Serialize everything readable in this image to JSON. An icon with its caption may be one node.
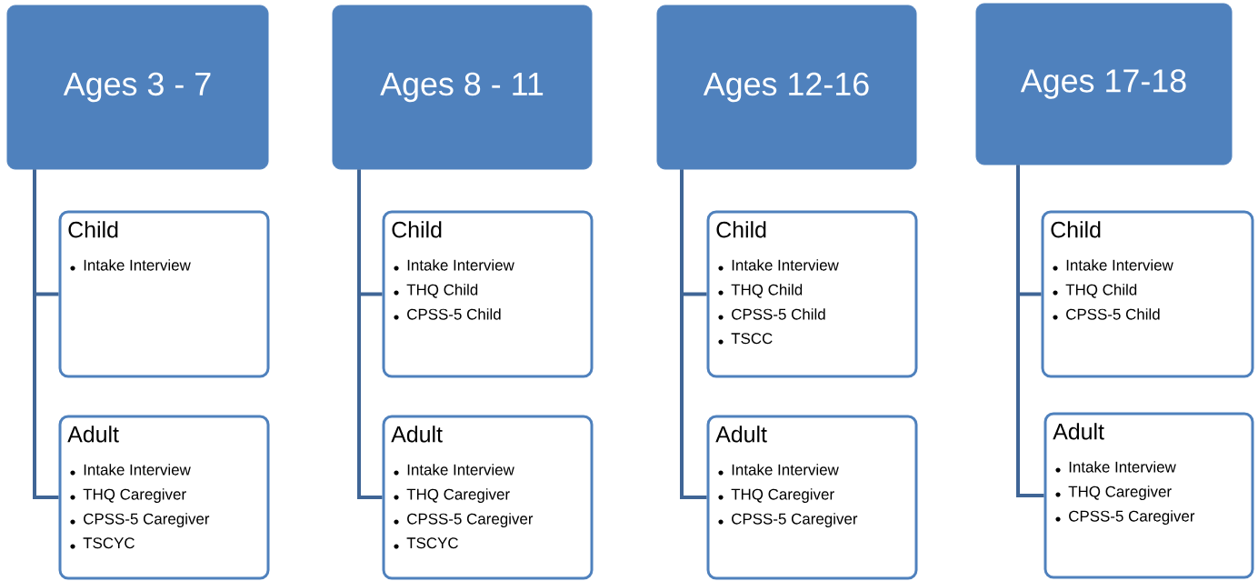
{
  "diagram": {
    "nodes": [
      {
        "text": [
          "Ages 3 - 7"
        ]
      },
      {
        "text": [
          "Child",
          "Intake Interview"
        ]
      },
      {
        "text": [
          "Adult",
          "Intake Interview",
          "THQ Caregiver",
          "CPSS-5 Caregiver",
          "TSCYC"
        ]
      },
      {
        "text": [
          "Ages 8 - 11"
        ]
      },
      {
        "text": [
          "Child",
          "Intake Interview",
          "THQ Child",
          "CPSS-5 Child"
        ]
      },
      {
        "text": [
          "Adult",
          "Intake Interview",
          "THQ Caregiver",
          "CPSS-5 Caregiver",
          "TSCYC"
        ]
      },
      {
        "text": [
          "Ages 12-16"
        ]
      },
      {
        "text": [
          "Child",
          "Intake Interview",
          "THQ Child",
          "CPSS-5 Child",
          "TSCC"
        ]
      },
      {
        "text": [
          "Adult",
          "Intake Interview",
          "THQ Caregiver",
          "CPSS-5 Caregiver"
        ]
      },
      {
        "text": [
          "Ages 17-18"
        ]
      },
      {
        "text": [
          "Child",
          "Intake Interview",
          "THQ Child",
          "CPSS-5 Child"
        ]
      },
      {
        "text": [
          "Adult",
          "Intake Interview",
          "THQ Caregiver",
          "CPSS-5 Caregiver"
        ]
      }
    ],
    "edges": [
      {
        "from": 0,
        "to": 1,
        "arrow": "none"
      },
      {
        "from": 0,
        "to": 2,
        "arrow": "none"
      },
      {
        "from": 3,
        "to": 4,
        "arrow": "none"
      },
      {
        "from": 3,
        "to": 5,
        "arrow": "none"
      },
      {
        "from": 6,
        "to": 7,
        "arrow": "none"
      },
      {
        "from": 6,
        "to": 8,
        "arrow": "none"
      },
      {
        "from": 9,
        "to": 10,
        "arrow": "none"
      },
      {
        "from": 9,
        "to": 11,
        "arrow": "none"
      }
    ]
  }
}
